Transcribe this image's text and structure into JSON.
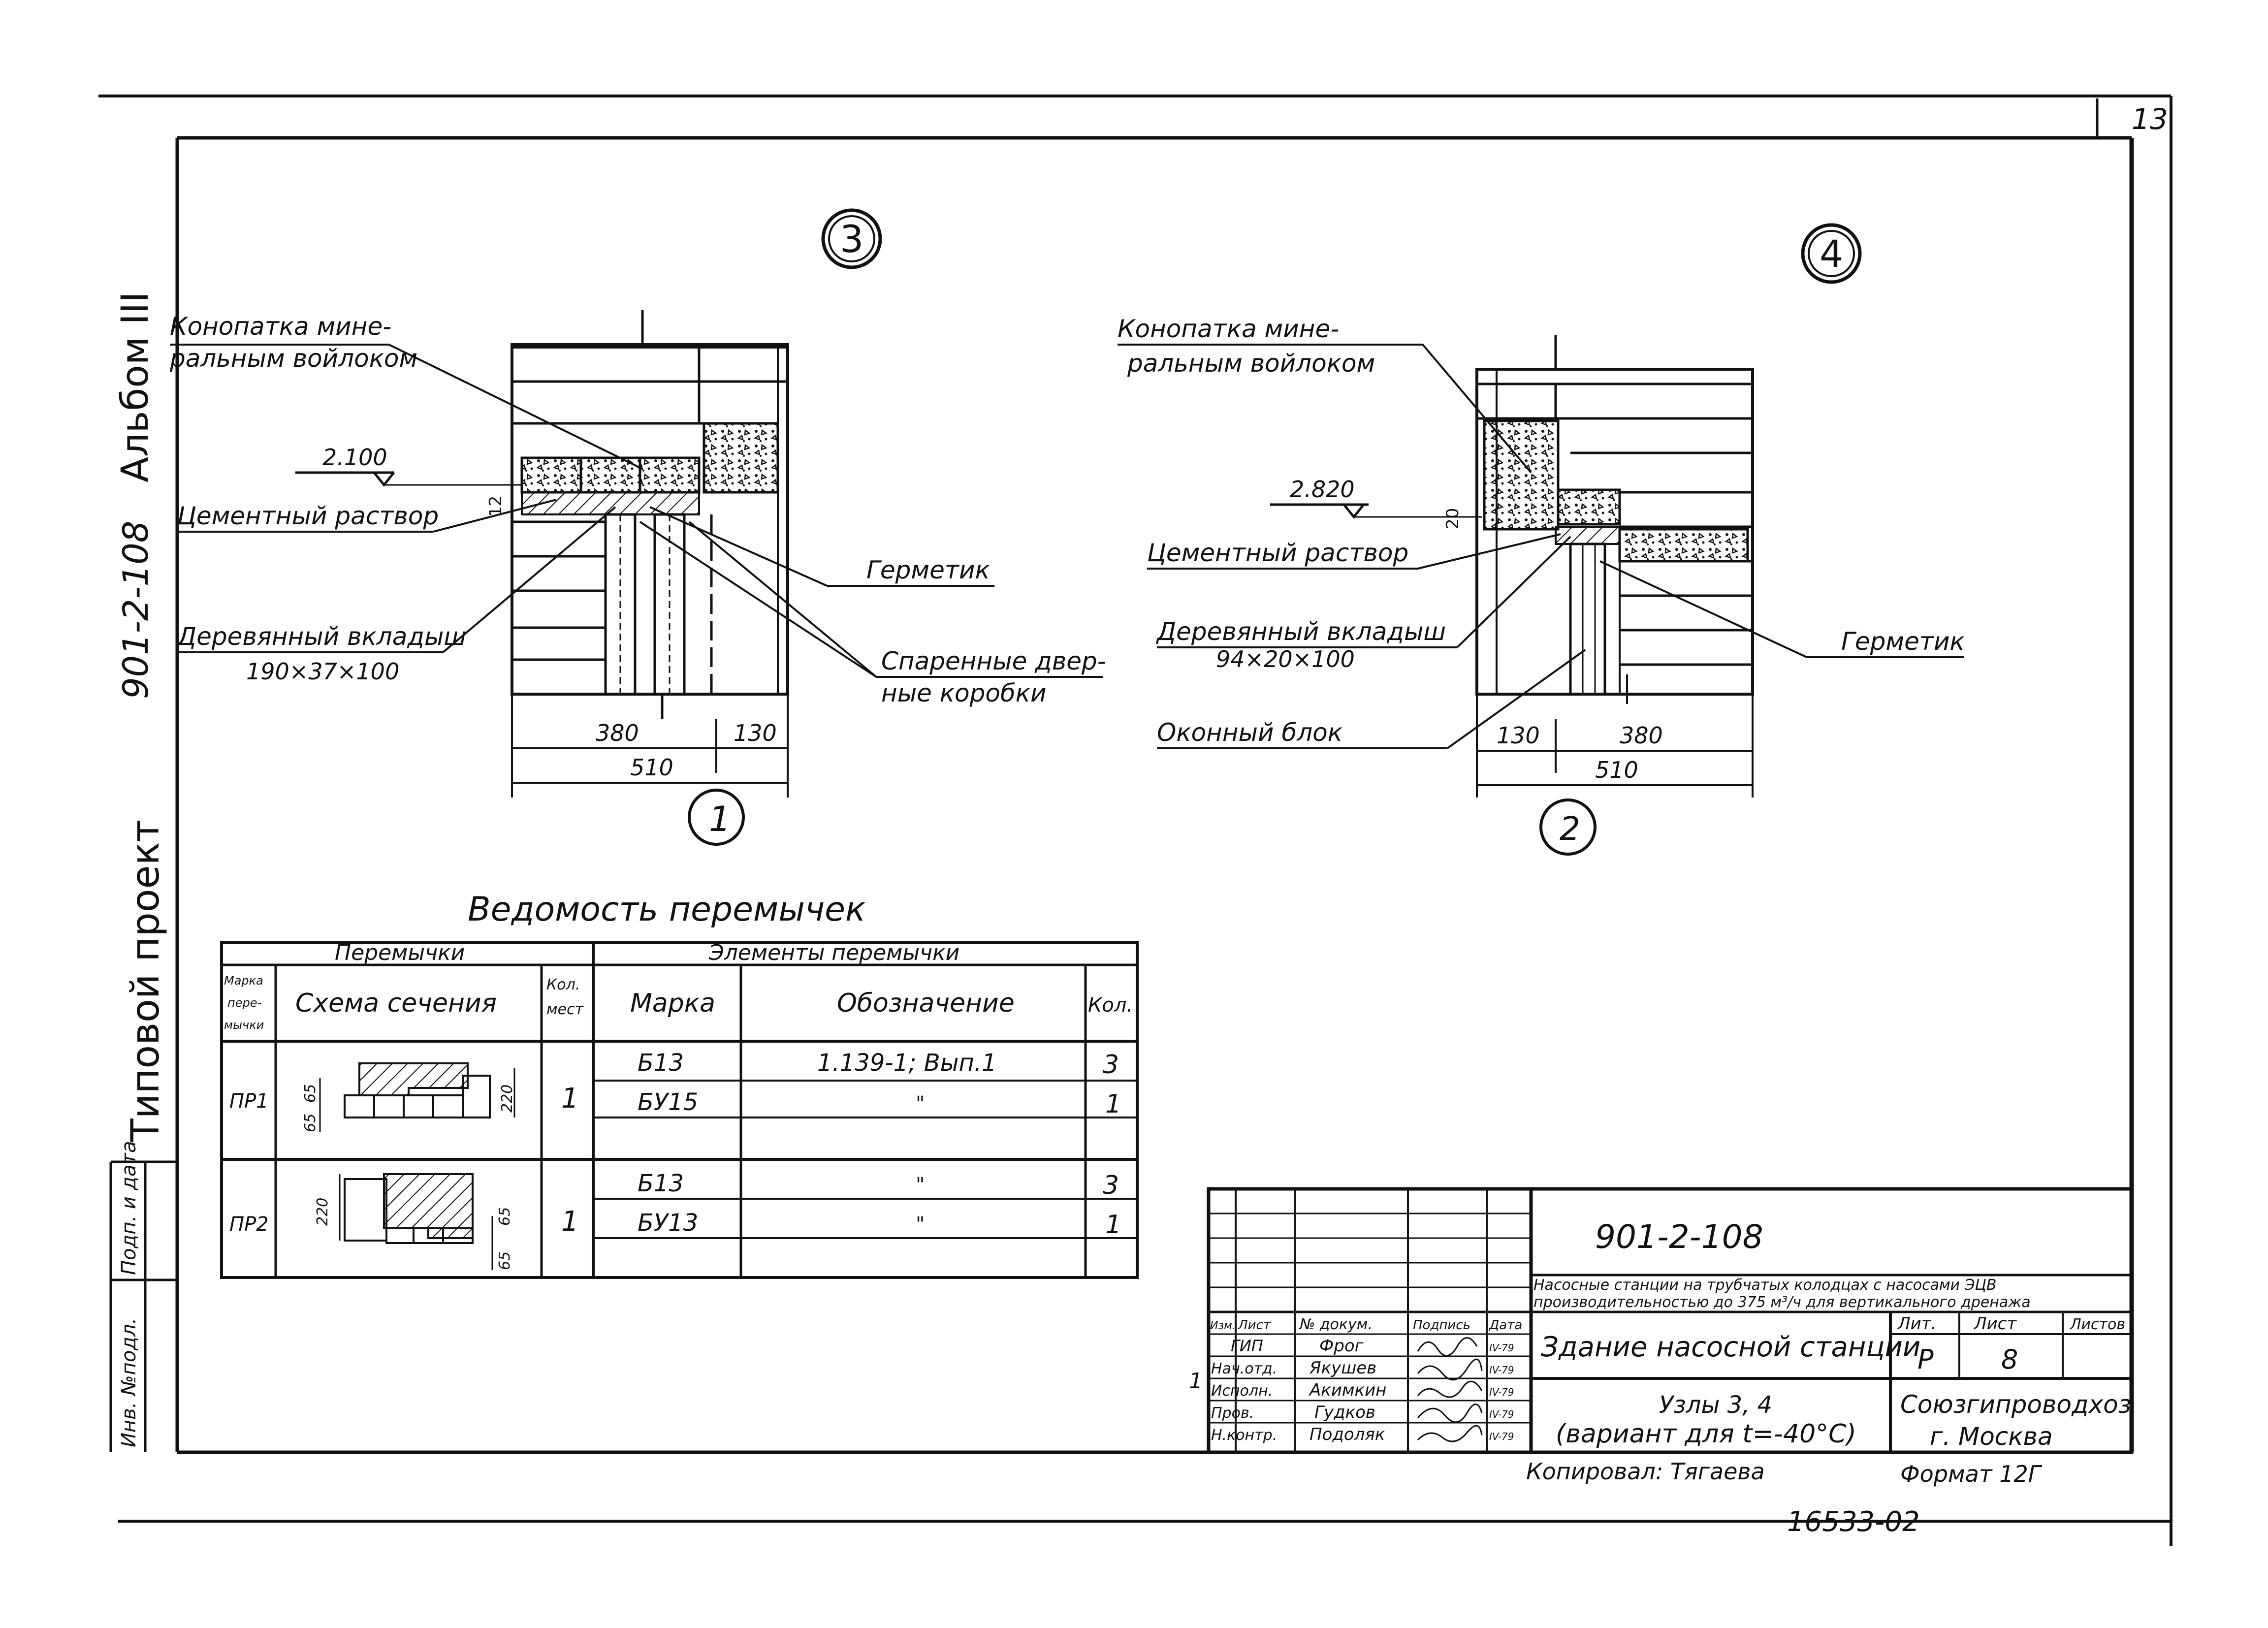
{
  "sheet": {
    "page_number": "13",
    "side_title": "Типовой проект",
    "side_code": "901-2-108",
    "side_album": "Альбом III",
    "side_inv_labels": [
      "Инв. №подл.",
      "Подп. и дата"
    ],
    "bottom_stamp": "16533-02"
  },
  "node3": {
    "marker": "3",
    "axis_marker": "1",
    "level": "2.100",
    "gap_dim": "12",
    "labels": {
      "caulk": [
        "Конопатка мине-",
        "ральным войлоком"
      ],
      "mortar": "Цементный раствор",
      "insert": [
        "Деревянный вкладыш",
        "190×37×100"
      ],
      "sealant": "Герметик",
      "frames": [
        "Спаренные двер-",
        "ные коробки"
      ]
    },
    "dims": {
      "wall": "380",
      "finish": "130",
      "total": "510"
    }
  },
  "node4": {
    "marker": "4",
    "axis_marker": "2",
    "level": "2.820",
    "gap_dim": "20",
    "labels": {
      "caulk": [
        "Конопатка мине-",
        "ральным войлоком"
      ],
      "mortar": "Цементный раствор",
      "insert": [
        "Деревянный вкладыш",
        "94×20×100"
      ],
      "sealant": "Герметик",
      "window": "Оконный блок"
    },
    "dims": {
      "finish": "130",
      "wall": "380",
      "total": "510"
    }
  },
  "schedule": {
    "title": "Ведомость перемычек",
    "group_left": "Перемычки",
    "group_right": "Элементы перемычки",
    "headers": {
      "mark": [
        "Марка",
        "пере-",
        "мычки"
      ],
      "section": "Схема сечения",
      "qty_places": [
        "Кол.",
        "мест"
      ],
      "element_mark": "Марка",
      "designation": "Обозначение",
      "element_qty": "Кол."
    },
    "rows": [
      {
        "mark": "ПР1",
        "places": "1",
        "dims": [
          "65",
          "65",
          "220"
        ],
        "elements": [
          {
            "mark": "Б13",
            "designation": "1.139-1; Вып.1",
            "qty": "3"
          },
          {
            "mark": "БУ15",
            "designation": "\"",
            "qty": "1"
          }
        ]
      },
      {
        "mark": "ПР2",
        "places": "1",
        "dims": [
          "220",
          "65",
          "65"
        ],
        "elements": [
          {
            "mark": "Б13",
            "designation": "\"",
            "qty": "3"
          },
          {
            "mark": "БУ13",
            "designation": "\"",
            "qty": "1"
          }
        ]
      }
    ]
  },
  "title_block": {
    "code": "901-2-108",
    "project": [
      "Насосные станции на трубчатых колодцах с насосами ЭЦВ",
      "производительностью до 375 м³/ч для вертикального дренажа"
    ],
    "building": "Здание насосной станции",
    "drawing": [
      "Узлы 3, 4",
      "(вариант для t=-40°С)"
    ],
    "stage_header": "Лит.",
    "sheet_header": "Лист",
    "sheets_header": "Листов",
    "stage": "Р",
    "sheet": "8",
    "org": [
      "Союзгипроводхоз",
      "г. Москва"
    ],
    "copied": "Копировал: Тягаева",
    "format": "Формат 12Г",
    "cols": [
      "Изм.",
      "Лист",
      "№ докум.",
      "Подпись",
      "Дата"
    ],
    "staff": [
      {
        "role": "ГИП",
        "name": "Фрог",
        "date": "IV-79"
      },
      {
        "role": "Нач.отд.",
        "name": "Якушев",
        "date": "IV-79"
      },
      {
        "role": "Исполн.",
        "name": "Акимкин",
        "date": "IV-79"
      },
      {
        "role": "Пров.",
        "name": "Гудков",
        "date": "IV-79"
      },
      {
        "role": "Н.контр.",
        "name": "Подоляк",
        "date": "IV-79"
      }
    ],
    "rev_mark": "1"
  }
}
